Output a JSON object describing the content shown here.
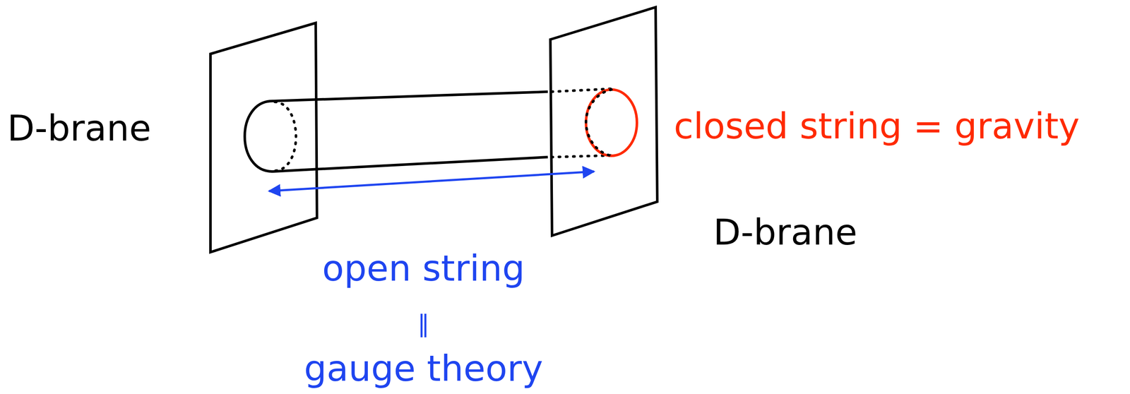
{
  "diagram": {
    "labels": [
      "D-brane",
      "closed string = gravity",
      "D-brane",
      "open string",
      "‖",
      "gauge theory"
    ]
  }
}
